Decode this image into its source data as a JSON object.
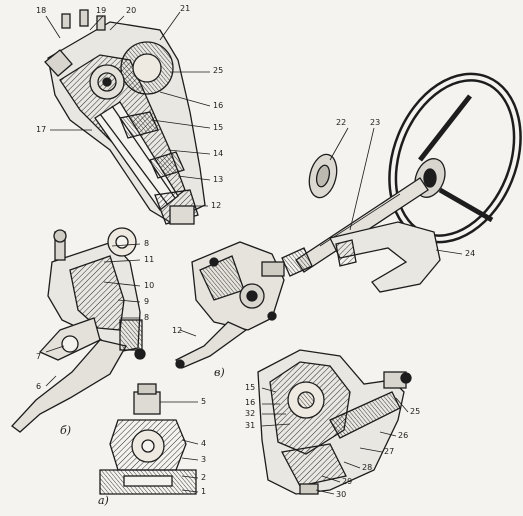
{
  "figure": {
    "part_labels": {
      "assembly_top": [
        "18",
        "19",
        "20",
        "21",
        "25",
        "16",
        "15",
        "17",
        "14",
        "13",
        "12"
      ],
      "assembly_middle": [
        "8",
        "11",
        "10",
        "9",
        "8",
        "7",
        "6"
      ],
      "assembly_joint": [
        "5",
        "4",
        "3",
        "2",
        "1"
      ],
      "steering_column": [
        "22",
        "23",
        "24",
        "12"
      ],
      "assembly_bottom_right": [
        "15",
        "16",
        "32",
        "31",
        "25",
        "26",
        "27",
        "28",
        "29",
        "30"
      ]
    },
    "view_letters": {
      "a": "а)",
      "b": "б)",
      "v": "в)"
    }
  },
  "colors": {
    "ink": "#1d1d1d",
    "paper": "#f4f3ef",
    "hatch": "#3a3a3a"
  }
}
